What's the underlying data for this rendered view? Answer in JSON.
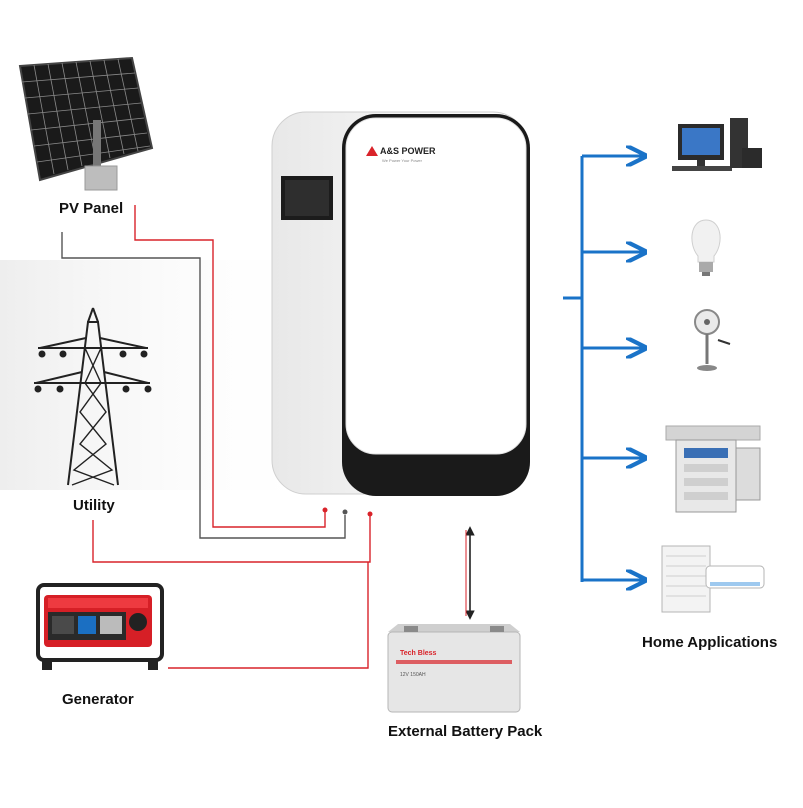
{
  "labels": {
    "pv_panel": "PV Panel",
    "utility": "Utility",
    "generator": "Generator",
    "external_battery": "External Battery Pack",
    "home_applications": "Home Applications"
  },
  "inverter": {
    "brand": "A&S POWER",
    "slogan": "We Power Your Power"
  },
  "battery_pack": {
    "brand_text": "Tech Bless",
    "model_text": "12V 150AH"
  },
  "colors": {
    "ac_line": "#d9232a",
    "dc_line": "#555555",
    "output_arrows": "#1a73c8",
    "generator_body": "#d61f26"
  },
  "icons": [
    "solar-panel-icon",
    "power-tower-icon",
    "generator-icon",
    "battery-pack-icon",
    "desktop-computer-icon",
    "light-bulb-icon",
    "standing-fan-icon",
    "copier-icon",
    "air-conditioner-icon"
  ]
}
